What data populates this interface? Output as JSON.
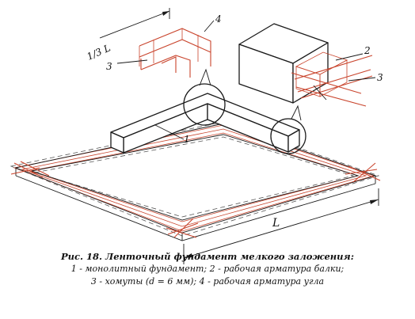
{
  "figure": {
    "labels": {
      "l1": "1",
      "l2": "2",
      "l3a": "3",
      "l3b": "3",
      "l4": "4",
      "dim_third": "1/3 L",
      "dim_L": "L"
    },
    "caption": {
      "title": "Рис. 18. Ленточный фундамент мелкого заложения:",
      "line1": "1 - монолитный фундамент; 2 - рабочая арматура балки;",
      "line2": "3 - хомуты (d = 6 мм); 4 - рабочая арматура угла"
    },
    "colors": {
      "line": "#1a1a1a",
      "rebar": "#c9442c",
      "background": "#ffffff"
    }
  }
}
